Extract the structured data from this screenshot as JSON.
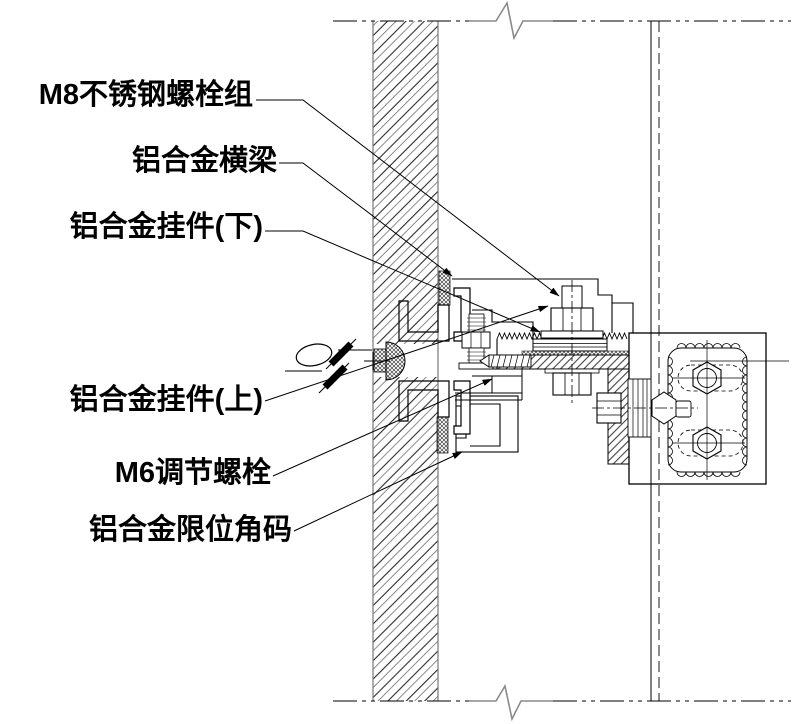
{
  "drawing": {
    "title": "curtain-wall-hanger-connection-detail",
    "line_color": "#000000",
    "background_color": "#ffffff",
    "labels": [
      {
        "id": "m8-bolt-group",
        "text": "M8不锈钢螺栓组"
      },
      {
        "id": "aluminum-beam",
        "text": "铝合金横梁"
      },
      {
        "id": "hanger-lower",
        "text": "铝合金挂件(下)"
      },
      {
        "id": "hanger-upper",
        "text": "铝合金挂件(上)"
      },
      {
        "id": "m6-adjust-bolt",
        "text": "M6调节螺栓"
      },
      {
        "id": "limit-angle",
        "text": "铝合金限位角码"
      }
    ]
  }
}
